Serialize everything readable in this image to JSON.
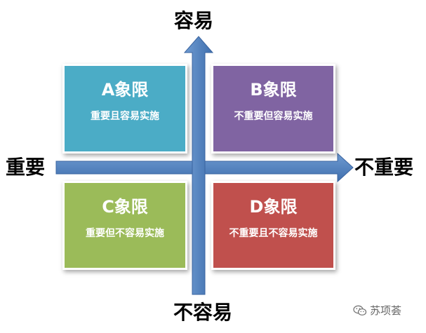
{
  "axes": {
    "top": "容易",
    "bottom": "不容易",
    "left": "重要",
    "right": "不重要"
  },
  "quadrants": {
    "a": {
      "title": "A象限",
      "subtitle": "重要且容易实施"
    },
    "b": {
      "title": "B象限",
      "subtitle": "不重要但容易实施"
    },
    "c": {
      "title": "C象限",
      "subtitle": "重要但不容易实施"
    },
    "d": {
      "title": "D象限",
      "subtitle": "不重要且不容易实施"
    }
  },
  "colors": {
    "quadrant_a": "#4bacc6",
    "quadrant_b": "#8064a2",
    "quadrant_c": "#9bbb59",
    "quadrant_d": "#c0504d",
    "arrow": "#4f81bd"
  },
  "watermark": {
    "icon": "wechat-icon",
    "text": "苏项荟"
  }
}
